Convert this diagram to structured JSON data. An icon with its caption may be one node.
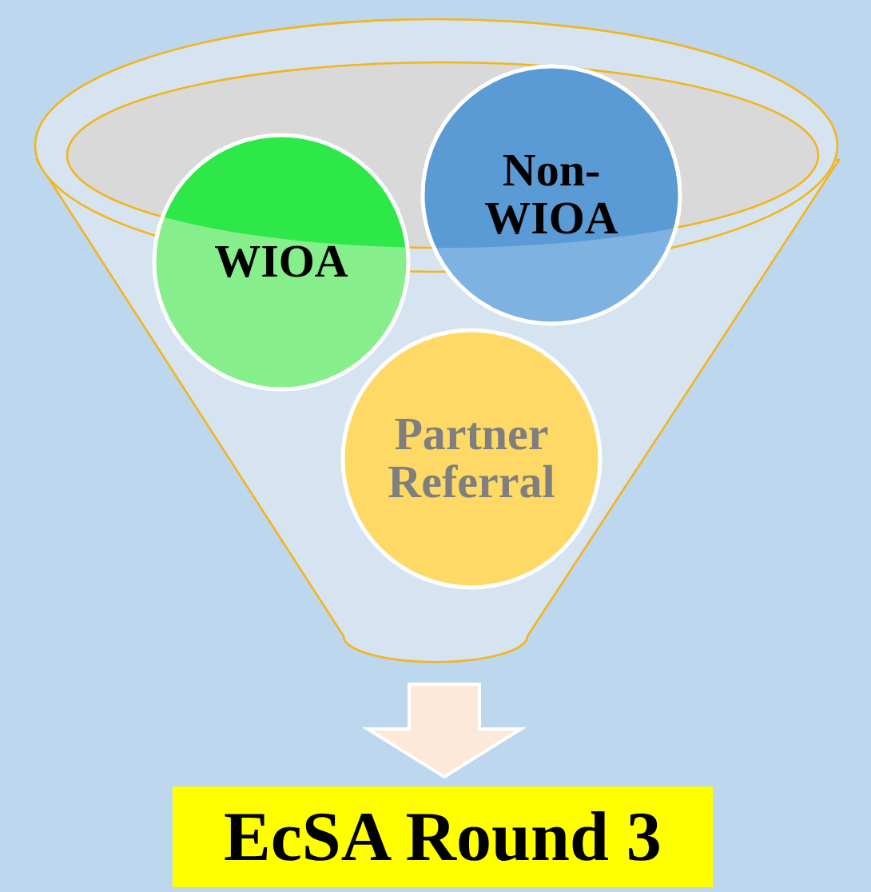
{
  "diagram": {
    "nodes": [
      {
        "text": [],
        "shape": "funnel"
      },
      {
        "text": [
          "WIOA"
        ]
      },
      {
        "text": [
          "Non-WIOA"
        ]
      },
      {
        "text": [
          "Partner Referral"
        ],
        "in": 0
      },
      {
        "text": [
          "EcSA Round 3"
        ]
      }
    ],
    "edges": [
      {
        "from": 0,
        "to": 4,
        "arrow": "to"
      }
    ]
  }
}
